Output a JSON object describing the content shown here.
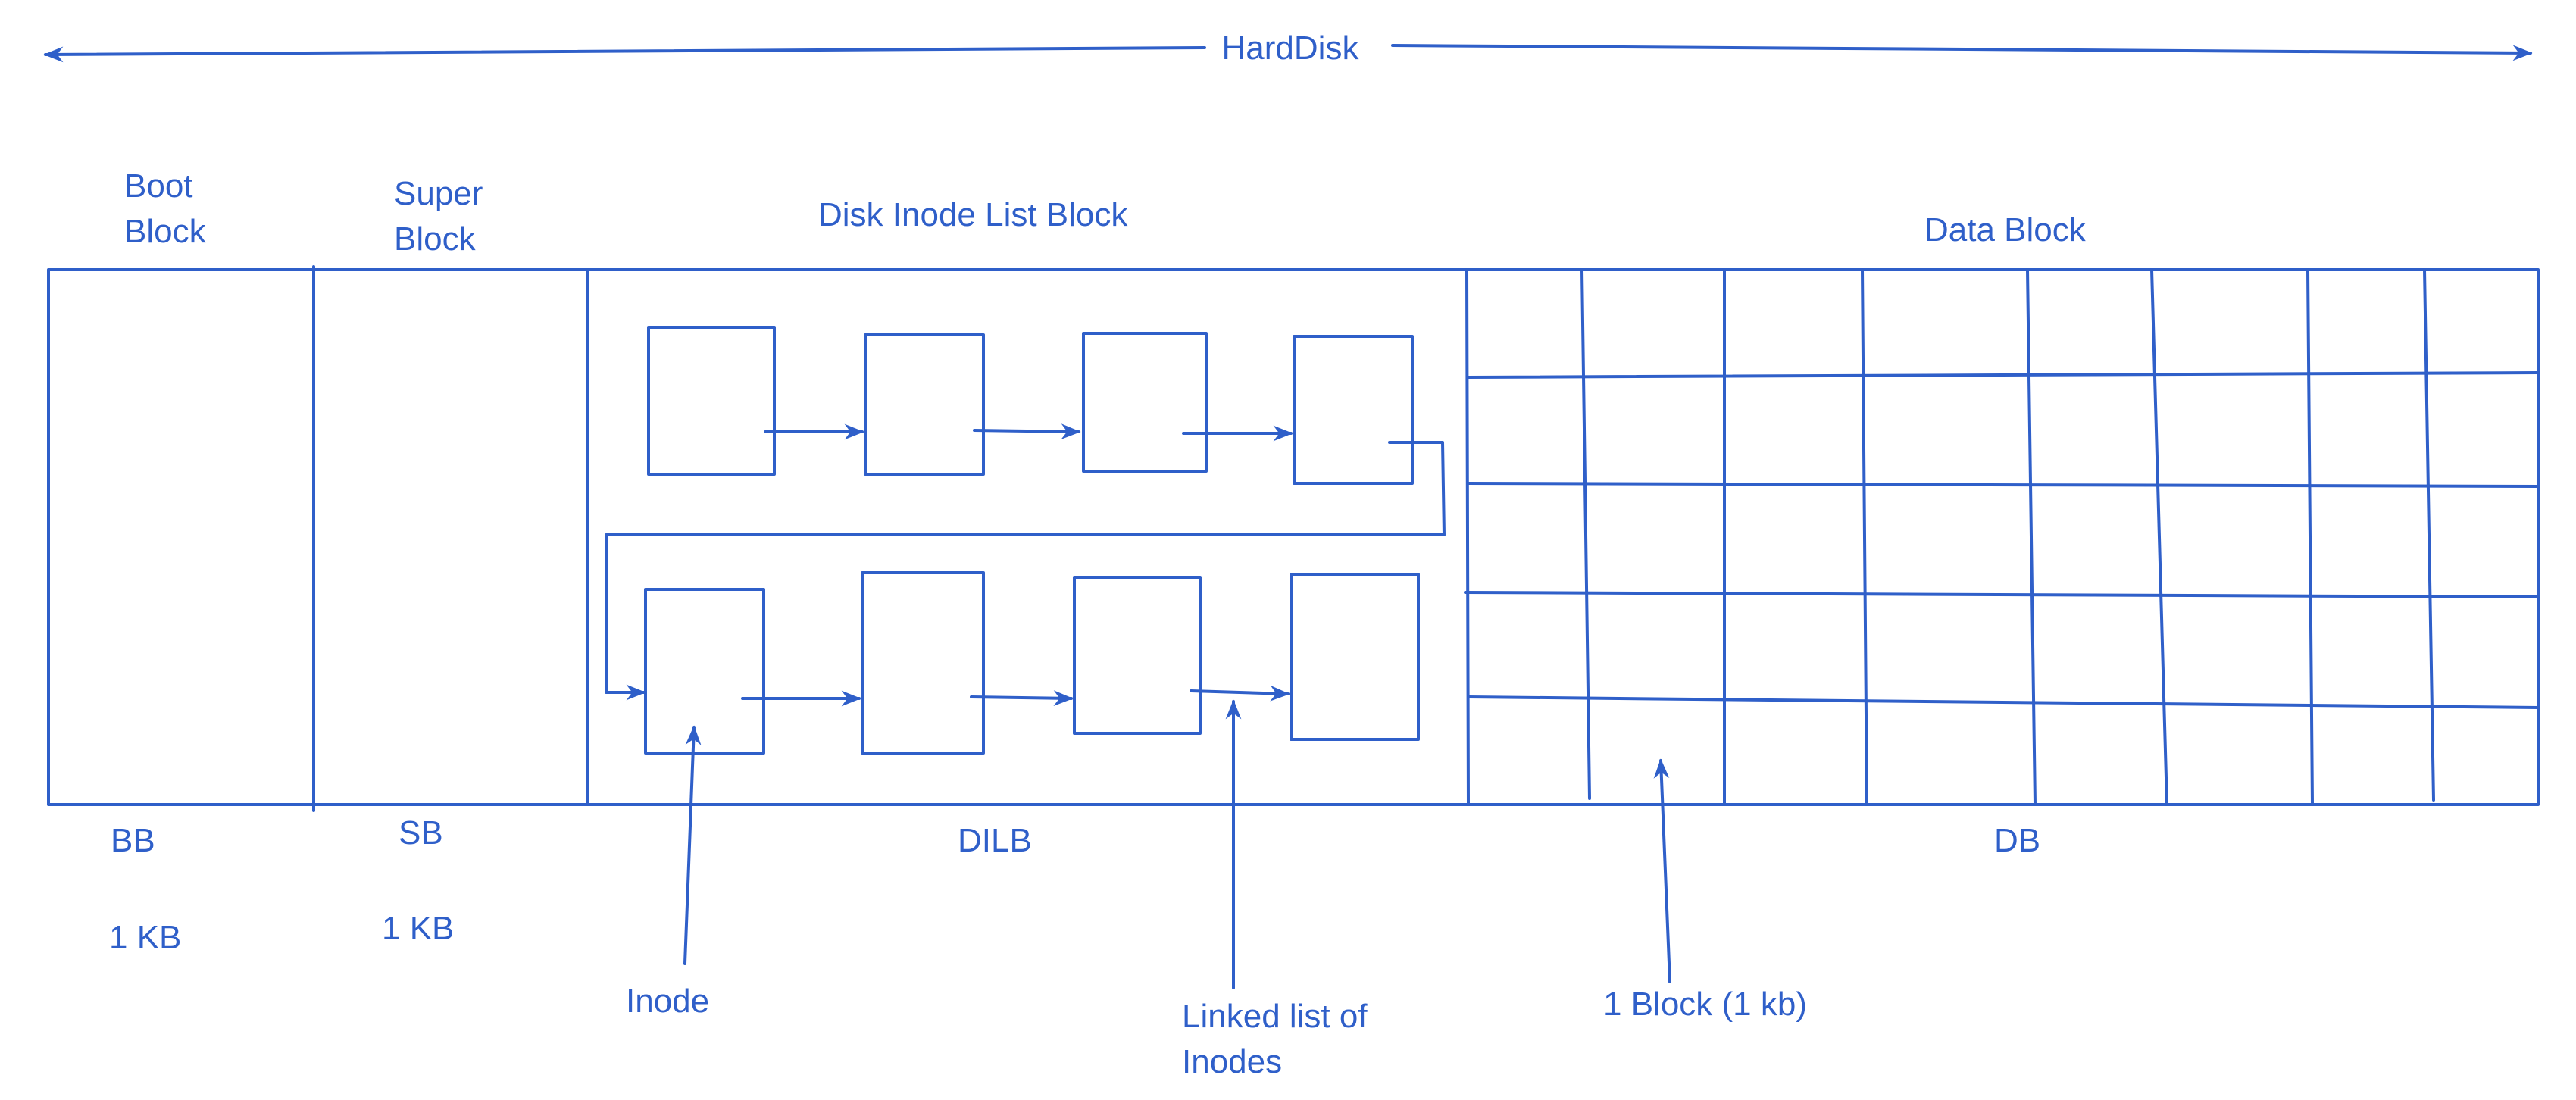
{
  "colors": {
    "ink": "#2f5fc9",
    "background": "#ffffff"
  },
  "header": {
    "title": "HardDisk"
  },
  "sections": {
    "boot": {
      "title_line1": "Boot",
      "title_line2": "Block",
      "abbr": "BB",
      "size": "1 KB"
    },
    "super": {
      "title_line1": "Super",
      "title_line2": "Block",
      "abbr": "SB",
      "size": "1 KB"
    },
    "dilb": {
      "title": "Disk Inode List Block",
      "abbr": "DILB"
    },
    "data": {
      "title": "Data Block",
      "abbr": "DB"
    }
  },
  "annotations": {
    "inode": "Inode",
    "linked_list_line1": "Linked list of",
    "linked_list_line2": "Inodes",
    "block_size": "1 Block (1 kb)"
  }
}
